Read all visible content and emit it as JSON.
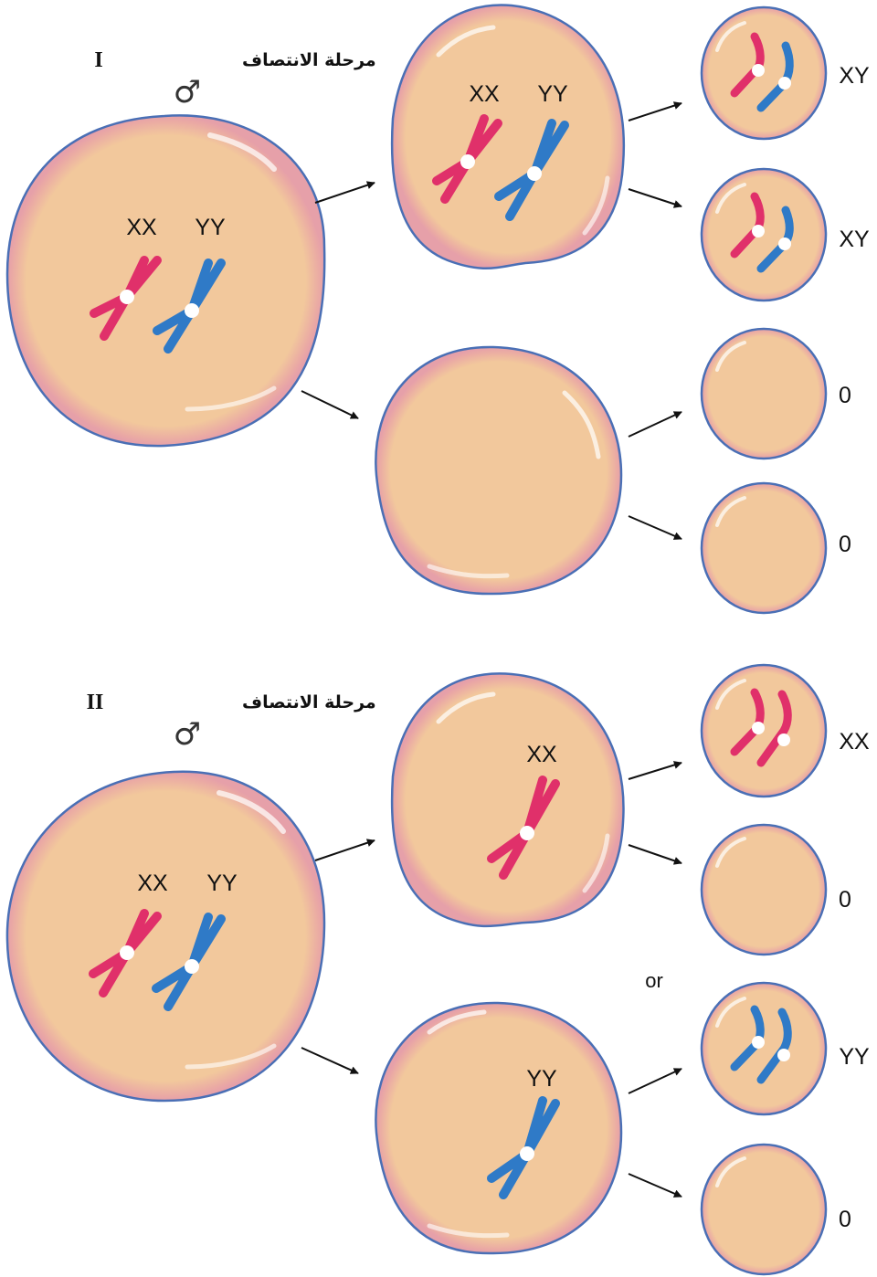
{
  "colors": {
    "cell_fill": "#f2c89c",
    "cell_edge": "#e7a3a8",
    "cell_outline": "#4a6fb5",
    "x_chromosome": "#e0306a",
    "y_chromosome": "#2f7ac7",
    "arrow": "#111111"
  },
  "section_1": {
    "title": "مرحلة الانتصاف",
    "roman": "I",
    "symbol": "♂",
    "parent": {
      "xx_label": "XX",
      "yy_label": "YY"
    },
    "daughter_top": {
      "xx_label": "XX",
      "yy_label": "YY"
    },
    "gametes": [
      {
        "label": "XY"
      },
      {
        "label": "XY"
      },
      {
        "label": "0"
      },
      {
        "label": "0"
      }
    ]
  },
  "section_2": {
    "title": "مرحلة الانتصاف",
    "roman": "II",
    "symbol": "♂",
    "parent": {
      "xx_label": "XX",
      "yy_label": "YY"
    },
    "daughter_top": {
      "label": "XX"
    },
    "daughter_bottom": {
      "label": "YY"
    },
    "alt_word": "or",
    "gametes": [
      {
        "label": "XX"
      },
      {
        "label": "0"
      },
      {
        "label": "YY"
      },
      {
        "label": "0"
      }
    ]
  }
}
